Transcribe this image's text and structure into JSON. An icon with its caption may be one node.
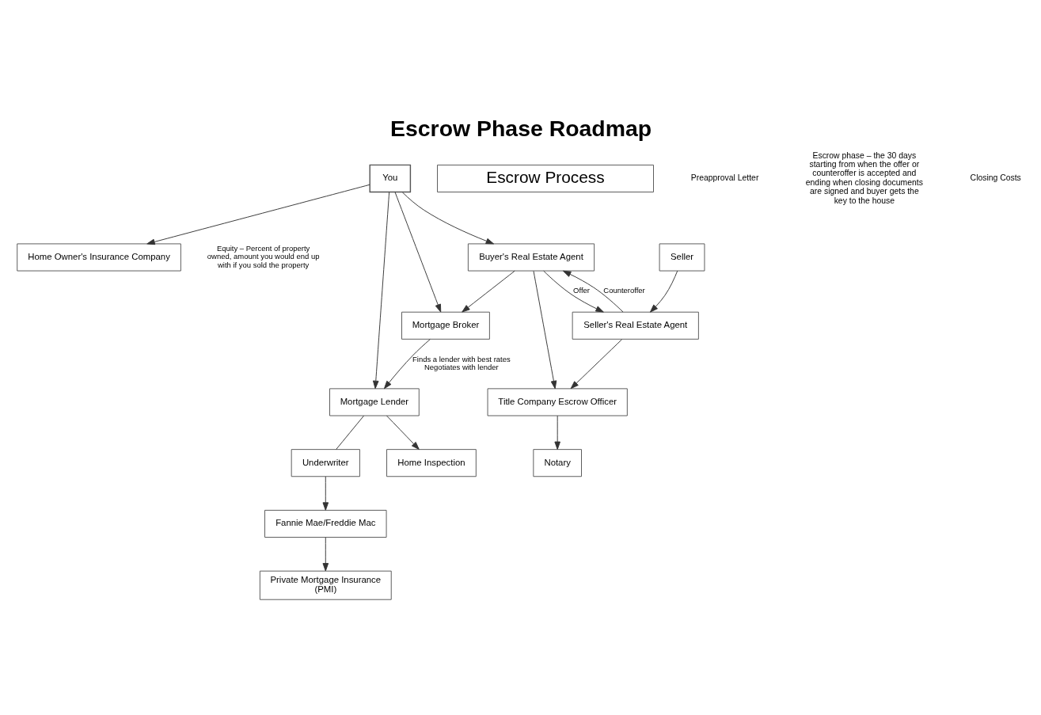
{
  "diagram": {
    "title": "Escrow Phase Roadmap",
    "nodes": [
      {
        "text": [
          "You"
        ]
      },
      {
        "text": [
          "Home Owner's Insurance Company"
        ],
        "beside": [
          "Equity – Percent of property owned, amount you would end up with if you sold the property"
        ]
      },
      {
        "text": [
          "Mortgage Broker"
        ]
      },
      {
        "text": [
          "Buyer's Real Estate Agent"
        ]
      },
      {
        "text": [
          "Mortgage Lender"
        ]
      },
      {
        "text": [
          "Underwriter"
        ]
      },
      {
        "text": [
          "Home Inspection"
        ]
      },
      {
        "text": [
          "Title Company Escrow Officer"
        ]
      },
      {
        "text": [
          "Notary"
        ]
      },
      {
        "text": [
          "Fannie Mae/Freddie Mac"
        ]
      },
      {
        "text": [
          "Seller's Real Estate Agent"
        ]
      },
      {
        "text": [
          "Private Mortgage Insurance (PMI)"
        ]
      },
      {
        "text": [
          "Seller"
        ]
      },
      {
        "text": [
          "Escrow Process"
        ]
      }
    ],
    "edges": [
      {
        "from": 0,
        "to": 2,
        "arrow": "to"
      },
      {
        "from": 0,
        "to": 3,
        "arrow": "to"
      },
      {
        "from": 0,
        "to": 1,
        "arrow": "to"
      },
      {
        "from": 0,
        "to": 4,
        "arrow": "to"
      },
      {
        "from": 3,
        "to": 2,
        "arrow": "to"
      },
      {
        "from": 2,
        "to": 4,
        "arrow": "to",
        "label": "Finds a lender with best rates Negotiates with lender"
      },
      {
        "from": 4,
        "to": 6,
        "arrow": "to"
      },
      {
        "from": 4,
        "to": 5,
        "arrow": "none"
      },
      {
        "from": 5,
        "to": 9,
        "arrow": "to"
      },
      {
        "from": 9,
        "to": 11,
        "arrow": "to"
      },
      {
        "from": 3,
        "to": 10,
        "arrow": "to",
        "label": "Offer"
      },
      {
        "from": 10,
        "to": 3,
        "arrow": "to",
        "label": "Counteroffer"
      },
      {
        "from": 3,
        "to": 7,
        "arrow": "to"
      },
      {
        "from": 10,
        "to": 7,
        "arrow": "to"
      },
      {
        "from": 7,
        "to": 8,
        "arrow": "to"
      },
      {
        "from": 12,
        "to": 10,
        "arrow": "to"
      }
    ],
    "labels": [
      "Preapproval Letter",
      "Escrow phase – the 30 days starting from when the offer or counteroffer is accepted and ending when closing documents are signed and buyer gets the key to the house",
      "Closing Costs"
    ]
  }
}
